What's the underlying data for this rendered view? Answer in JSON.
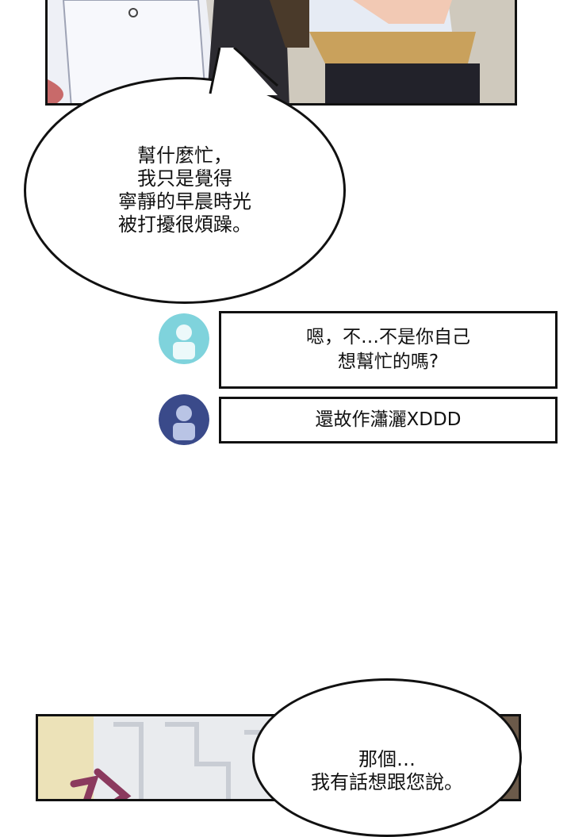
{
  "dialogue": {
    "main_bubble": {
      "lines": [
        "幫什麼忙，",
        "我只是覺得",
        "寧靜的早晨時光",
        "被打擾很煩躁。"
      ]
    },
    "bottom_bubble": {
      "lines": [
        "那個…",
        "我有話想跟您說。"
      ]
    }
  },
  "comments": [
    {
      "avatar_color": "#7fd3dc",
      "avatar_icon": "user-avatar-icon",
      "lines": [
        "嗯，不…不是你自己",
        "想幫忙的嗎?"
      ]
    },
    {
      "avatar_color": "#3a4a8a",
      "avatar_icon": "user-avatar-icon",
      "lines": [
        "還故作瀟灑XDDD"
      ]
    }
  ],
  "colors": {
    "border": "#111111",
    "vest": "#c9a15c",
    "sfx": "#8b3a5e"
  }
}
